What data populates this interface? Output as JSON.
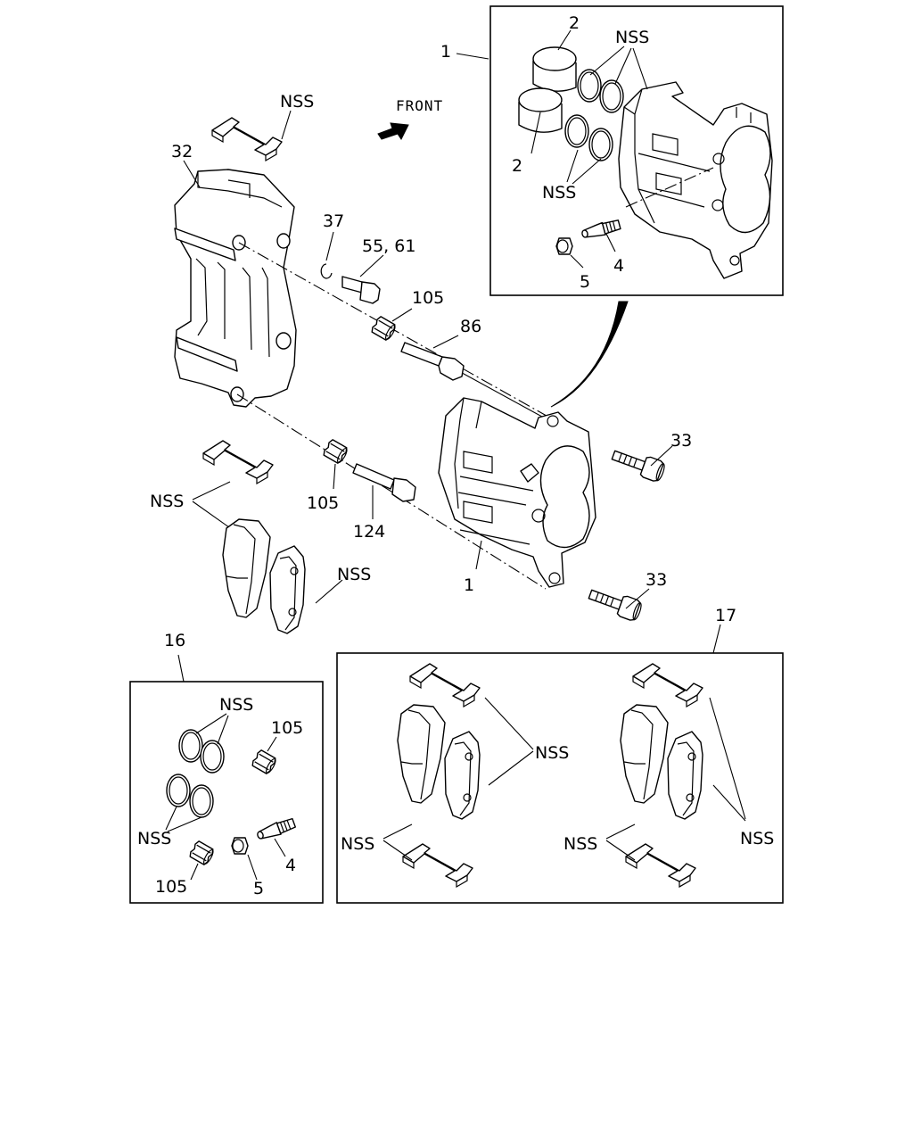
{
  "front_label": "FRONT",
  "labels": {
    "kit1_callout": "1",
    "kit1_piston_top": "2",
    "kit1_nss_top": "NSS",
    "kit1_piston_bottom": "2",
    "kit1_nss_bottom": "NSS",
    "kit1_bleeder": "4",
    "kit1_cap": "5",
    "clip_nss_top": "NSS",
    "support_32": "32",
    "ring_37": "37",
    "bolt_55_61": "55, 61",
    "boot_105_top": "105",
    "pin_86": "86",
    "bolt_33_top": "33",
    "clip_nss_left": "NSS",
    "boot_105_mid": "105",
    "pin_124": "124",
    "pad_nss": "NSS",
    "caliper_1": "1",
    "bolt_33_bottom": "33",
    "kit16_callout": "16",
    "kit16_nss_top": "NSS",
    "kit16_boot_top": "105",
    "kit16_nss_bottom": "NSS",
    "kit16_boot_bottom": "105",
    "kit16_cap": "5",
    "kit16_bleeder": "4",
    "kit17_callout": "17",
    "kit17_a_nss_right": "NSS",
    "kit17_a_nss_left": "NSS",
    "kit17_b_nss_left": "NSS",
    "kit17_b_nss_right": "NSS"
  }
}
